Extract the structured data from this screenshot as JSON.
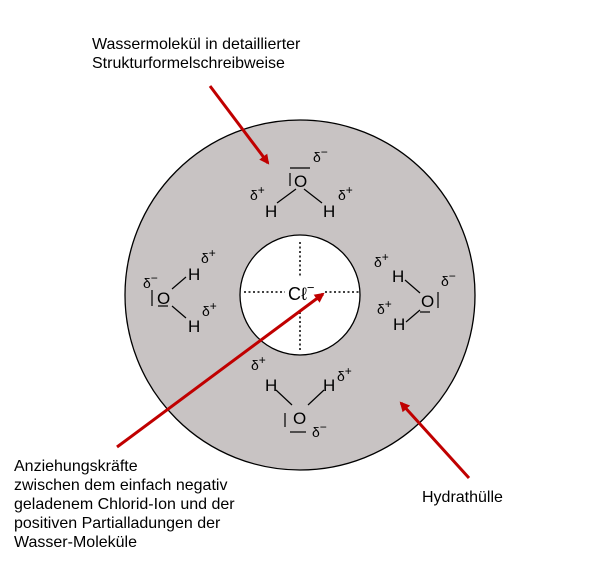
{
  "labels": {
    "water_molecule_line1": "Wassermolekül in detaillierter",
    "water_molecule_line2": "Strukturformelschreibweise",
    "forces_line1": "Anziehungskräfte",
    "forces_line2": "zwischen dem einfach negativ",
    "forces_line3": "geladenem Chlorid-Ion und der",
    "forces_line4": "positiven Partialladungen der",
    "forces_line5": "Wasser-Moleküle",
    "hydrat": "Hydrathülle"
  },
  "ion": {
    "symbol": "Cℓ",
    "charge": "−"
  },
  "atoms": {
    "oxygen": "O",
    "hydrogen": "H"
  },
  "partial": {
    "plus": "δ+",
    "minus": "δ−",
    "delta": "δ",
    "plus_sign": "+",
    "minus_sign": "−"
  },
  "colors": {
    "shell": "#c8c3c3",
    "arrow": "#c00000",
    "outline": "#000000"
  }
}
